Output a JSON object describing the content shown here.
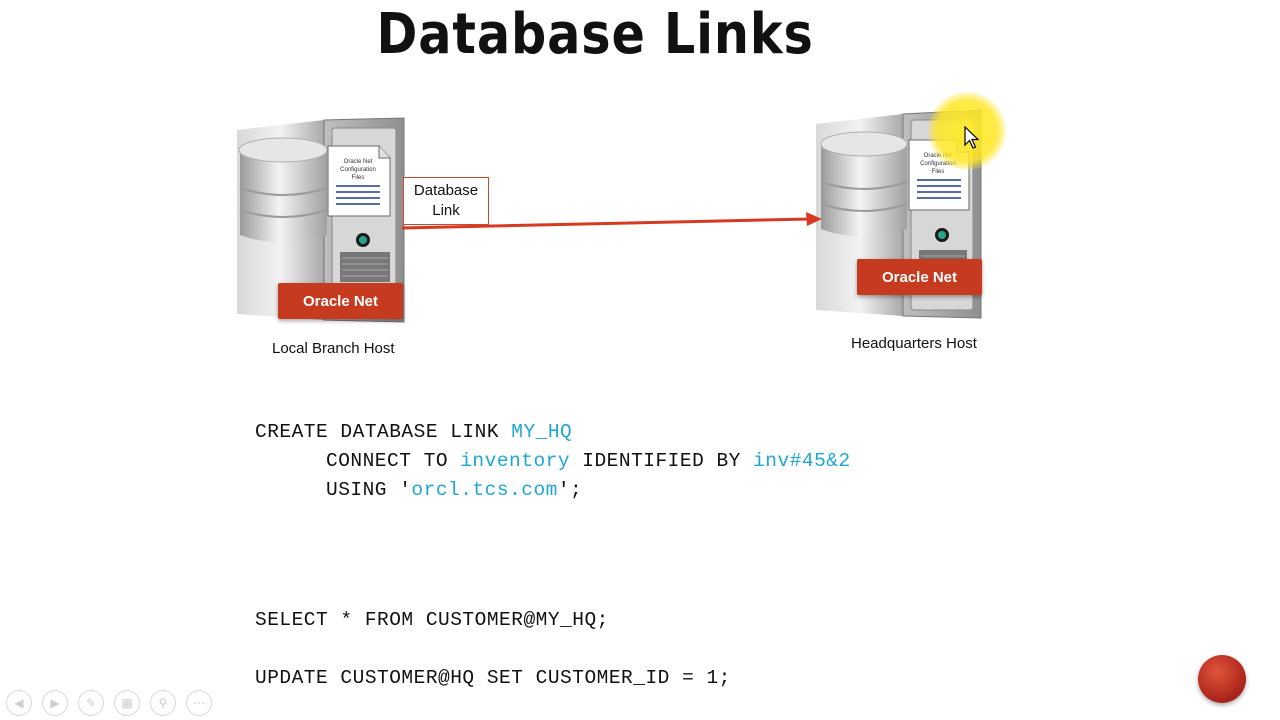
{
  "slide": {
    "title": "Database Links"
  },
  "diagram": {
    "local_host_label": "Local Branch Host",
    "hq_host_label": "Headquarters Host",
    "local_badge": "Oracle Net",
    "hq_badge": "Oracle Net",
    "config_doc_text": [
      "Oracle Net",
      "Configuration",
      "Files"
    ],
    "link_label_line1": "Database",
    "link_label_line2": "Link",
    "arrow_color": "#d63a22"
  },
  "code": {
    "create_kw": "CREATE DATABASE LINK ",
    "link_name": "MY_HQ",
    "connect_kw": "CONNECT TO ",
    "user": "inventory",
    "identified_kw": " IDENTIFIED BY ",
    "password": "inv#45&2",
    "using_kw": "USING '",
    "service": "orcl.tcs.com",
    "using_end": "';",
    "select_stmt": "SELECT * FROM CUSTOMER@MY_HQ;",
    "update_stmt": "UPDATE CUSTOMER@HQ SET CUSTOMER_ID = 1;"
  },
  "colors": {
    "accent_blue": "#1fa6d3",
    "oracle_red": "#c63a1f"
  },
  "player_controls": [
    "prev-icon",
    "next-icon",
    "pen-icon",
    "slides-icon",
    "zoom-icon",
    "more-icon"
  ]
}
